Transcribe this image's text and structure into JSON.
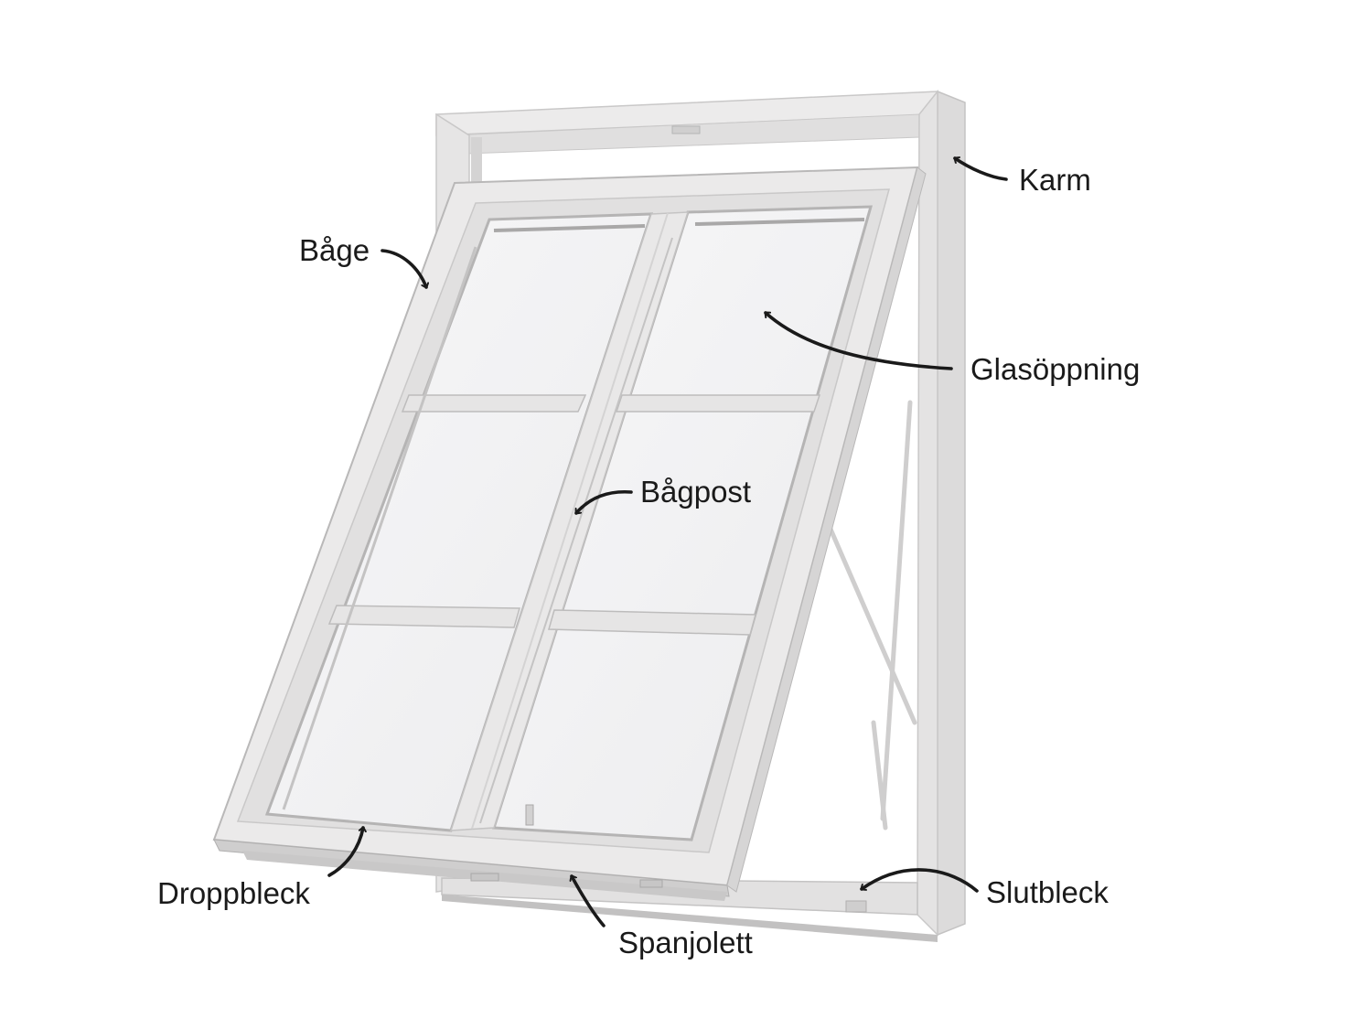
{
  "labels": {
    "karm": "Karm",
    "bage": "Båge",
    "glasoppning": "Glasöppning",
    "bagpost": "Bågpost",
    "droppbleck": "Droppbleck",
    "spanjolett": "Spanjolett",
    "slutbleck": "Slutbleck"
  },
  "colors": {
    "frame": "#e9e8e8",
    "frame_edge": "#c9c8c8",
    "frame_shadow": "#b5b4b4",
    "glass": "#f2f2f3",
    "arrow": "#1a1a1a"
  }
}
